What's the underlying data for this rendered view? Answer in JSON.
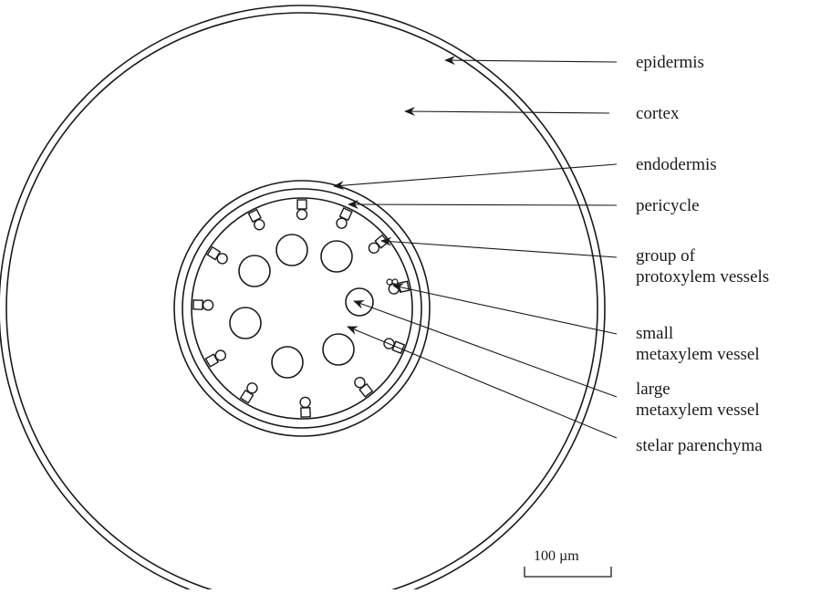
{
  "labels": {
    "epidermis": "epidermis",
    "cortex": "cortex",
    "endodermis": "endodermis",
    "pericycle": "pericycle",
    "protoxylem_line1": "group of",
    "protoxylem_line2": "protoxylem vessels",
    "small_metaxylem_line1": "small",
    "small_metaxylem_line2": "metaxylem vessel",
    "large_metaxylem_line1": "large",
    "large_metaxylem_line2": "metaxylem vessel",
    "stelar_parenchyma": "stelar parenchyma"
  },
  "scale_bar": {
    "text": "100 µm"
  },
  "colors": {
    "ink": "#1a1a1a",
    "background": "#ffffff"
  }
}
